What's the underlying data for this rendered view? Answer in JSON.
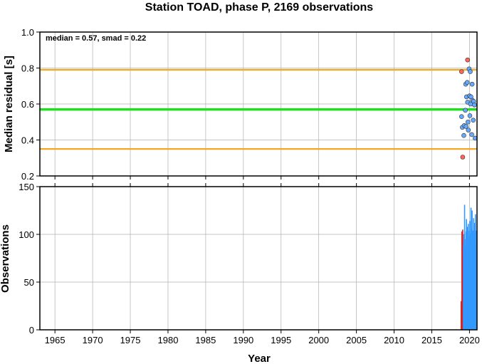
{
  "chart_data": [
    {
      "type": "scatter",
      "title": "Station TOAD, phase P, 2169 observations",
      "xlabel": "",
      "ylabel": "Median residual [s]",
      "annotation": "median = 0.57, smad = 0.22",
      "xlim": [
        1963,
        2021
      ],
      "ylim": [
        0.2,
        1.0
      ],
      "yticks": [
        "0.2",
        "0.4",
        "0.6",
        "0.8",
        "1.0"
      ],
      "grid": true,
      "reference_lines": [
        {
          "value": 0.79,
          "color": "#f5a623"
        },
        {
          "value": 0.57,
          "color": "#22dd22"
        },
        {
          "value": 0.35,
          "color": "#f5a623"
        }
      ],
      "series": [
        {
          "color": "#ff6655",
          "x": [
            2018.95,
            2019.1,
            2019.75
          ],
          "y": [
            0.78,
            0.305,
            0.845
          ]
        },
        {
          "color": "#66aaff",
          "x": [
            2018.95,
            2019.05,
            2019.25,
            2019.3,
            2019.45,
            2019.5,
            2019.55,
            2019.6,
            2019.7,
            2019.75,
            2019.8,
            2019.85,
            2019.95,
            2020.0,
            2020.05,
            2020.1,
            2020.15,
            2020.2,
            2020.3,
            2020.35,
            2020.4,
            2020.5,
            2020.55,
            2020.65,
            2020.75
          ],
          "y": [
            0.53,
            0.47,
            0.425,
            0.48,
            0.565,
            0.71,
            0.475,
            0.64,
            0.72,
            0.61,
            0.5,
            0.455,
            0.795,
            0.645,
            0.535,
            0.78,
            0.6,
            0.64,
            0.43,
            0.71,
            0.62,
            0.51,
            0.615,
            0.595,
            0.41
          ]
        }
      ]
    },
    {
      "type": "bar",
      "xlabel": "Year",
      "ylabel": "Observations",
      "xlim": [
        1963,
        2021
      ],
      "ylim": [
        0,
        150
      ],
      "yticks": [
        "0",
        "50",
        "100",
        "150"
      ],
      "xticks": [
        "1965",
        "1970",
        "1975",
        "1980",
        "1985",
        "1990",
        "1995",
        "2000",
        "2005",
        "2010",
        "2015",
        "2020"
      ],
      "grid": true,
      "series": [
        {
          "color": "#dd2222",
          "x": [
            2018.9,
            2019.0,
            2019.1,
            2019.15,
            2019.3,
            2019.45
          ],
          "values": [
            30,
            103,
            105,
            75,
            85,
            60
          ]
        },
        {
          "color": "#3399ff",
          "x": [
            2019.2,
            2019.25,
            2019.35,
            2019.4,
            2019.5,
            2019.55,
            2019.6,
            2019.65,
            2019.7,
            2019.75,
            2019.8,
            2019.85,
            2019.9,
            2019.95,
            2020.0,
            2020.05,
            2020.1,
            2020.15,
            2020.2,
            2020.25,
            2020.3,
            2020.35,
            2020.4,
            2020.45,
            2020.5,
            2020.55,
            2020.6,
            2020.65,
            2020.7,
            2020.75,
            2020.8,
            2020.85,
            2020.9,
            2020.95
          ],
          "values": [
            90,
            100,
            131,
            95,
            88,
            103,
            116,
            96,
            108,
            91,
            60,
            111,
            98,
            92,
            104,
            114,
            100,
            97,
            128,
            88,
            106,
            125,
            95,
            104,
            99,
            117,
            84,
            100,
            112,
            93,
            121,
            96,
            104,
            86
          ]
        }
      ]
    }
  ]
}
